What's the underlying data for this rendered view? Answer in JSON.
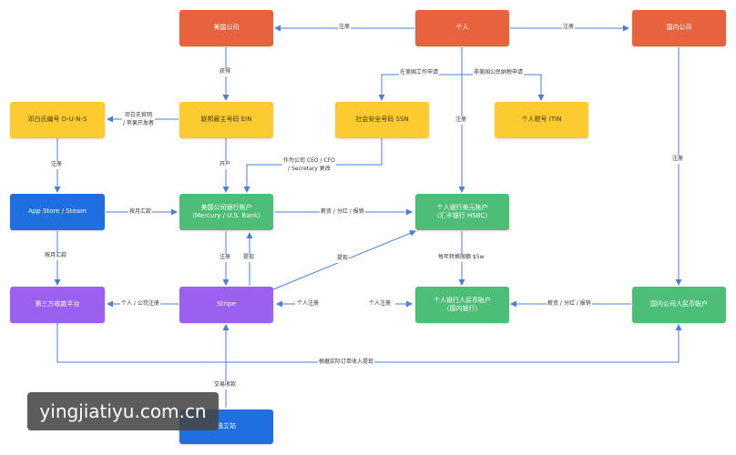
{
  "nodes": {
    "us_company": "美国公司",
    "person": "个人",
    "domestic_company": "国内公司",
    "duns": "邓白氏编号 D-U-N-S",
    "ein": "联邦雇主号码 EIN",
    "ssn": "社会安全号码 SSN",
    "itin": "个人税号 ITIN",
    "app_store": "App Store / Steam",
    "us_bank": "美国公司银行账户\n（Mercury / U.S. Bank）",
    "personal_usd": "个人银行美元账户\n（汇丰银行 HSBC）",
    "third_party": "第三方收款平台",
    "stripe": "Stripe",
    "personal_rmb": "个人银行人民币账户\n（国内银行）",
    "domestic_rmb": "国内公司人民币账户",
    "independent_site": "独立站"
  },
  "edges": {
    "register_1": "注册",
    "register_2": "注册",
    "obtain": "获得",
    "work_in_us": "在美国工作申请",
    "non_resident": "非美国公民纳税申请",
    "duns_source": "邓白氏官网\n/ 苹果开发者",
    "register_3": "注册",
    "register_4": "注册",
    "open_account": "开户",
    "officer": "作为公司 CEO / CFO\n/ Secretary 更改",
    "monthly_remit_1": "按月汇款",
    "salary_1": "薪资 / 分红 / 报销",
    "monthly_remit_2": "按月汇款",
    "register_5": "注册",
    "withdraw_1": "提现",
    "withdraw_2": "提现",
    "annual_limit": "每年转换限额 $5w",
    "personal_company_reg": "个人 / 公司注册",
    "personal_reg_1": "个人注册",
    "personal_reg_2": "个人注册",
    "salary_2": "薪资 / 分红 / 报销",
    "withdraw_by_income": "根据实际订单收入提现",
    "transaction": "交易收款"
  },
  "watermark": "yingjiatiyu.com.cn",
  "colors": {
    "orange": "#e8633d",
    "yellow": "#fbcb2f",
    "blue": "#1f6fe0",
    "green": "#4cbe78",
    "purple": "#9b60f0",
    "line": "#4a7fd9"
  }
}
